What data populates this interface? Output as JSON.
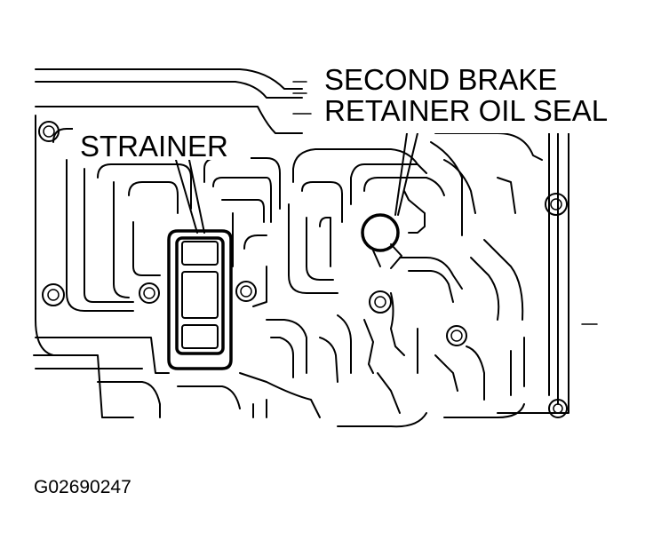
{
  "labels": {
    "strainer": "STRAINER",
    "second_brake_line1": "SECOND BRAKE",
    "second_brake_line2": "RETAINER OIL SEAL"
  },
  "figure_id": "G02690247",
  "colors": {
    "ink": "#000000",
    "paper": "#ffffff"
  }
}
